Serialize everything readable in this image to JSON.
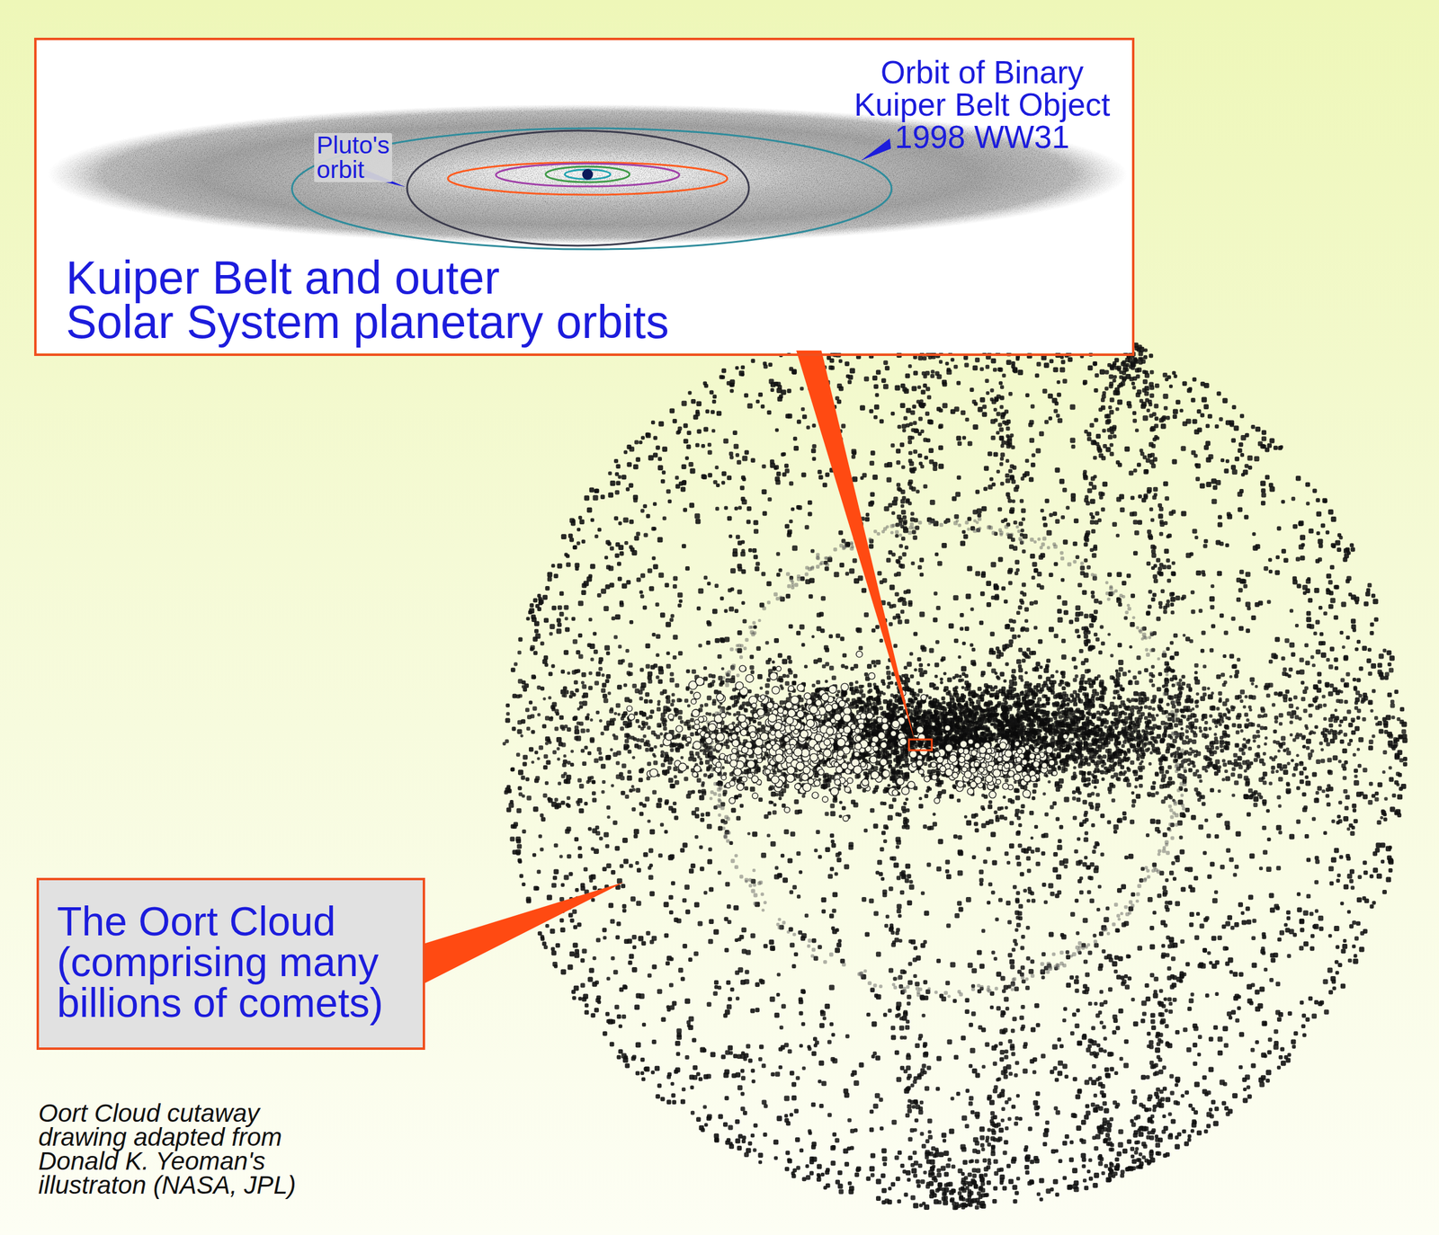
{
  "diagram": {
    "caption": "Oort Cloud cutaway drawing adapted from Donald K. Yeoman's illustraton (NASA, JPL)",
    "nodes": [
      {
        "text": [
          "Orbit of Binary Kuiper Belt Object 1998 WW31",
          "Pluto's orbit",
          "Kuiper Belt and outer Solar System planetary orbits"
        ]
      },
      {
        "text": [
          "The Oort Cloud (comprising many billions of comets)"
        ]
      }
    ]
  }
}
